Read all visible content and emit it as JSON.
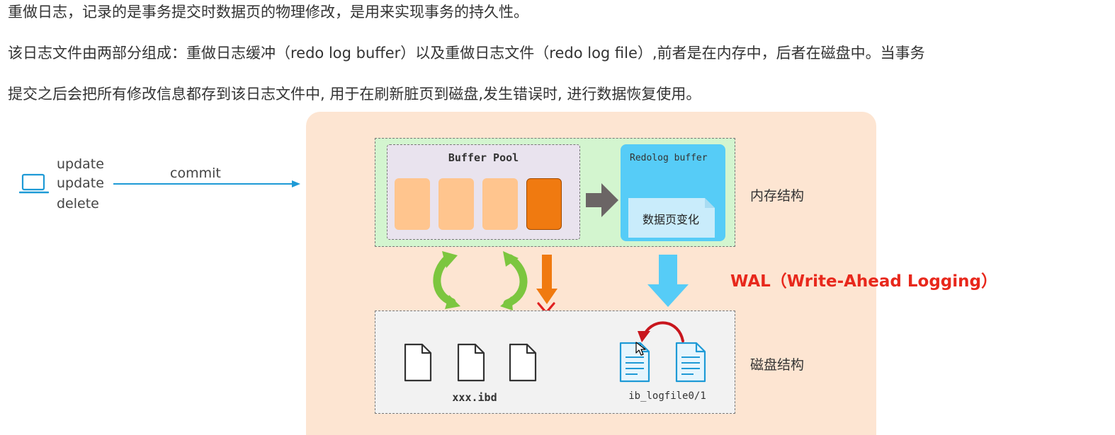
{
  "paragraphs": [
    "重做日志，记录的是事务提交时数据页的物理修改，是用来实现事务的持久性。",
    "该日志文件由两部分组成：重做日志缓冲（redo log buffer）以及重做日志文件（redo log file）,前者是在内存中，后者在磁盘中。当事务",
    "提交之后会把所有修改信息都存到该日志文件中, 用于在刷新脏页到磁盘,发生错误时, 进行数据恢复使用。"
  ],
  "client": {
    "icon": "laptop-icon",
    "operations": [
      "update",
      "update",
      "delete"
    ],
    "commit_label": "commit"
  },
  "memory": {
    "label": "内存结构",
    "buffer_pool": {
      "title": "Buffer Pool",
      "pages": [
        "clean",
        "clean",
        "clean",
        "dirty"
      ]
    },
    "redolog_buffer": {
      "title": "Redolog buffer",
      "change_label": "数据页变化"
    }
  },
  "disk": {
    "label": "磁盘结构",
    "data_file_label": "xxx.ibd",
    "log_file_label": "ib_logfile0/1"
  },
  "wal_label": "WAL（Write-Ahead Logging）",
  "colors": {
    "panel": "#fde5d2",
    "memory_area": "#d3f5cf",
    "buffer_pool": "#e9e3ee",
    "clean_page": "#ffc58e",
    "dirty_page": "#f07a10",
    "redolog_buffer": "#56ccf7",
    "disk_area": "#f2f2f2",
    "wal_text": "#e8281c",
    "commit_arrow": "#1e9ad6",
    "sync_arrows": "#7cc63f",
    "flush_arrow": "#f07a10",
    "redo_arrow": "#56ccf7",
    "cross": "#e02020"
  }
}
